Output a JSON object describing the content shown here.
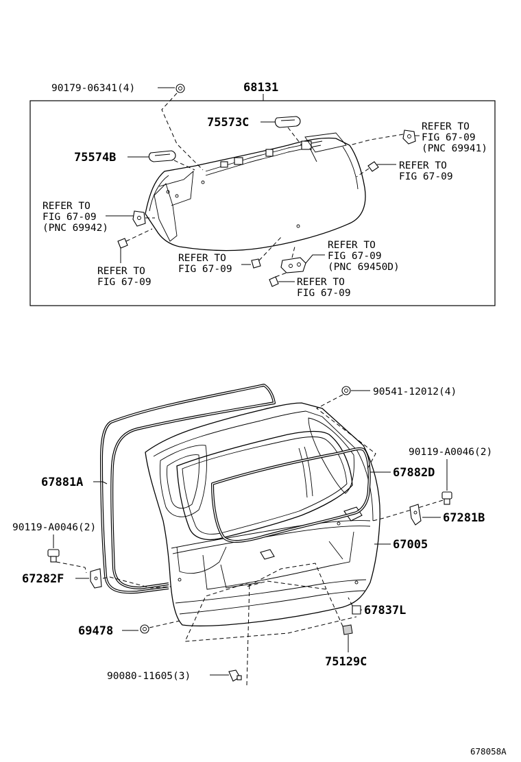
{
  "labels": {
    "bolt_top": "90179-06341(4)",
    "glass_assy": "68131",
    "stopper_c": "75573C",
    "stopper_b": "75574B",
    "ref_top_right_1": "REFER TO",
    "ref_top_right_2": "FIG 67-09",
    "ref_top_right_3": "(PNC 69941)",
    "ref_right_1": "REFER TO",
    "ref_right_2": "FIG 67-09",
    "ref_left_1": "REFER TO",
    "ref_left_2": "FIG 67-09",
    "ref_left_3": "(PNC 69942)",
    "ref_lower_left_1": "REFER TO",
    "ref_lower_left_2": "FIG 67-09",
    "ref_mid_1": "REFER TO",
    "ref_mid_2": "FIG 67-09",
    "ref_hinge_1": "REFER TO",
    "ref_hinge_2": "FIG 67-09",
    "ref_hinge_3": "(PNC 69450D)",
    "ref_bottom_1": "REFER TO",
    "ref_bottom_2": "FIG 67-09",
    "nut_top": "90541-12012(4)",
    "bolt_right": "90119-A0046(2)",
    "weatherstrip_a": "67881A",
    "weatherstrip_d": "67882D",
    "bolt_left": "90119-A0046(2)",
    "bracket_b": "67281B",
    "door_panel": "67005",
    "bracket_f": "67282F",
    "cushion_l": "67837L",
    "clip": "69478",
    "plate_c": "75129C",
    "screw_bottom": "90080-11605(3)",
    "diagram_id": "678058A"
  },
  "icons": [
    "bolt-icon",
    "nut-icon",
    "clip-icon",
    "cushion-icon"
  ]
}
